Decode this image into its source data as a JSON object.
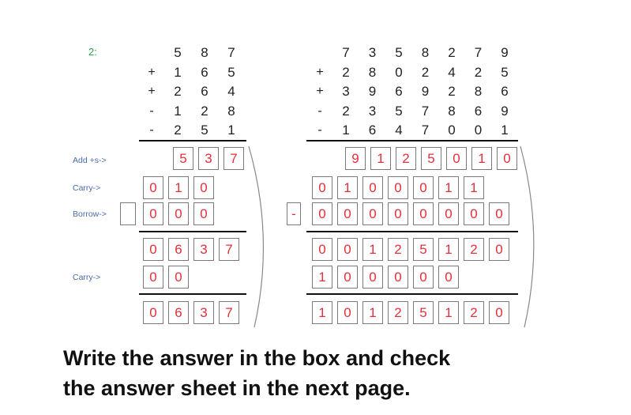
{
  "question_number": "2:",
  "labels": {
    "add": "Add +s->",
    "carry1": "Carry->",
    "borrow": "Borrow->",
    "carry2": "Carry->"
  },
  "problem1": {
    "operands": [
      {
        "sign": "",
        "digits": [
          "5",
          "8",
          "7"
        ]
      },
      {
        "sign": "+",
        "digits": [
          "1",
          "6",
          "5"
        ]
      },
      {
        "sign": "+",
        "digits": [
          "2",
          "6",
          "4"
        ]
      },
      {
        "sign": "-",
        "digits": [
          "1",
          "2",
          "8"
        ]
      },
      {
        "sign": "-",
        "digits": [
          "2",
          "5",
          "1"
        ]
      }
    ],
    "add_row": [
      "5",
      "3",
      "7"
    ],
    "carry_row": [
      "0",
      "1",
      "0"
    ],
    "borrow_sign": "",
    "borrow_row": [
      "0",
      "0",
      "0"
    ],
    "sub_result": [
      "0",
      "6",
      "3",
      "7"
    ],
    "carry2_row": [
      "0",
      "0"
    ],
    "final_row": [
      "0",
      "6",
      "3",
      "7"
    ]
  },
  "problem2": {
    "operands": [
      {
        "sign": "",
        "digits": [
          "7",
          "3",
          "5",
          "8",
          "2",
          "7",
          "9"
        ]
      },
      {
        "sign": "+",
        "digits": [
          "2",
          "8",
          "0",
          "2",
          "4",
          "2",
          "5"
        ]
      },
      {
        "sign": "+",
        "digits": [
          "3",
          "9",
          "6",
          "9",
          "2",
          "8",
          "6"
        ]
      },
      {
        "sign": "-",
        "digits": [
          "2",
          "3",
          "5",
          "7",
          "8",
          "6",
          "9"
        ]
      },
      {
        "sign": "-",
        "digits": [
          "1",
          "6",
          "4",
          "7",
          "0",
          "0",
          "1"
        ]
      }
    ],
    "add_row": [
      "9",
      "1",
      "2",
      "5",
      "0",
      "1",
      "0"
    ],
    "carry_row": [
      "0",
      "1",
      "0",
      "0",
      "0",
      "1",
      "1"
    ],
    "borrow_sign": "-",
    "borrow_row": [
      "0",
      "0",
      "0",
      "0",
      "0",
      "0",
      "0",
      "0"
    ],
    "sub_result": [
      "0",
      "0",
      "1",
      "2",
      "5",
      "1",
      "2",
      "0"
    ],
    "carry2_row": [
      "1",
      "0",
      "0",
      "0",
      "0",
      "0"
    ],
    "final_row": [
      "1",
      "0",
      "1",
      "2",
      "5",
      "1",
      "2",
      "0"
    ]
  },
  "instruction_line1": "Write the answer in the box and check",
  "instruction_line2": "the answer sheet in the next page.",
  "colors": {
    "answer_digit": "#e0303a",
    "label": "#4a6aa8",
    "question_number": "#2e9e4e",
    "box_border": "#7a7a7a"
  }
}
